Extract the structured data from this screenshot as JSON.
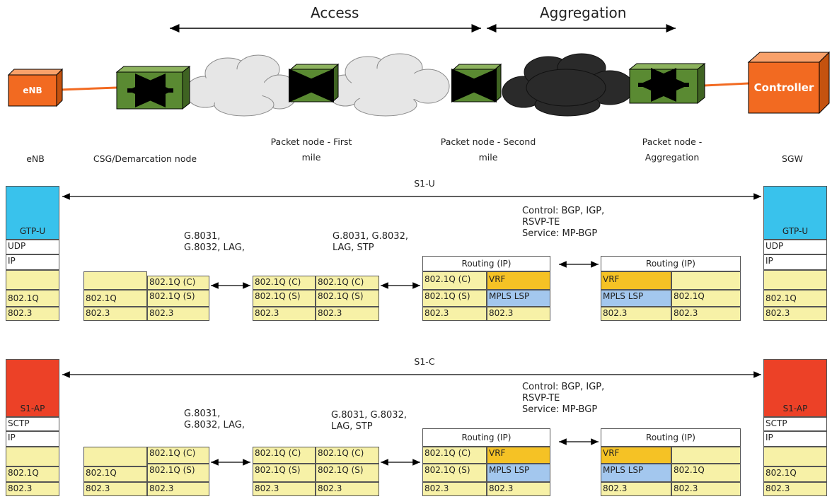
{
  "header": {
    "access": "Access",
    "aggregation": "Aggregation"
  },
  "devices": {
    "enb": "eNB",
    "controller": "Controller"
  },
  "node_labels": {
    "enb": "eNB",
    "csg": "CSG/Demarcation node",
    "first_mile": [
      "Packet node - First",
      "mile"
    ],
    "second_mile": [
      "Packet node - Second",
      "mile"
    ],
    "aggregation": [
      "Packet node -",
      "Aggregation"
    ],
    "sgw": "SGW"
  },
  "stacks": {
    "user": {
      "span": "S1-U",
      "endpoint_proto": "GTP-U",
      "transport": "UDP",
      "l3": "IP",
      "notes": {
        "g8031_left": [
          "G.8031,",
          "G.8032, LAG,"
        ],
        "g8031_right": [
          "G.8031, G.8032,",
          "LAG, STP"
        ],
        "control": [
          "Control: BGP, IGP,",
          "RSVP-TE",
          "Service: MP-BGP"
        ]
      }
    },
    "control": {
      "span": "S1-C",
      "endpoint_proto": "S1-AP",
      "transport": "SCTP",
      "l3": "IP",
      "notes": {
        "g8031_left": [
          "G.8031,",
          "G.8032, LAG,"
        ],
        "g8031_right": [
          "G.8031, G.8032,",
          "LAG, STP"
        ],
        "control": [
          "Control: BGP, IGP,",
          "RSVP-TE",
          "Service: MP-BGP"
        ]
      }
    }
  },
  "layers": {
    "q": "802.1Q",
    "eth": "802.3",
    "qc": "802.1Q (C)",
    "qs": "802.1Q (S)",
    "routing": "Routing (IP)",
    "vrf": "VRF",
    "mpls": "MPLS LSP"
  },
  "colors": {
    "switch_green": "#5a8a32",
    "device_orange": "#f26a21",
    "cloud_light": "#e6e6e6",
    "cloud_dark": "#2a2a2a",
    "layer_yellow": "#f7f1a7",
    "gtp_blue": "#39c2ec",
    "s1ap_red": "#ec4127",
    "vrf_orange": "#f5c225",
    "mpls_blue": "#a3c7ee"
  }
}
